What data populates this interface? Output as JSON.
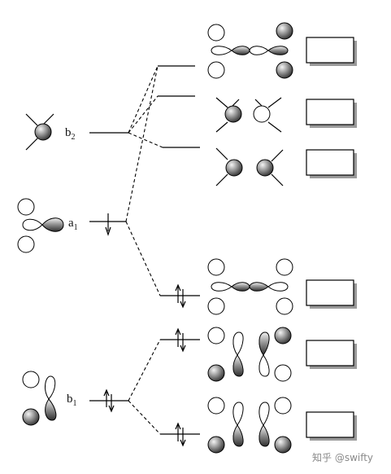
{
  "labels": {
    "b2": {
      "main": "b",
      "sub": "2"
    },
    "a1": {
      "main": "a",
      "sub": "1"
    },
    "b1": {
      "main": "b",
      "sub": "1"
    }
  },
  "watermark": "知乎 @swifty",
  "answer_boxes": [
    "",
    "",
    "",
    "",
    "",
    ""
  ],
  "colors": {
    "line": "#000000",
    "box_shadow": "#9a9a9a",
    "lobe_dark": "#3a3a3a",
    "lobe_light": "#f4f4f4"
  }
}
